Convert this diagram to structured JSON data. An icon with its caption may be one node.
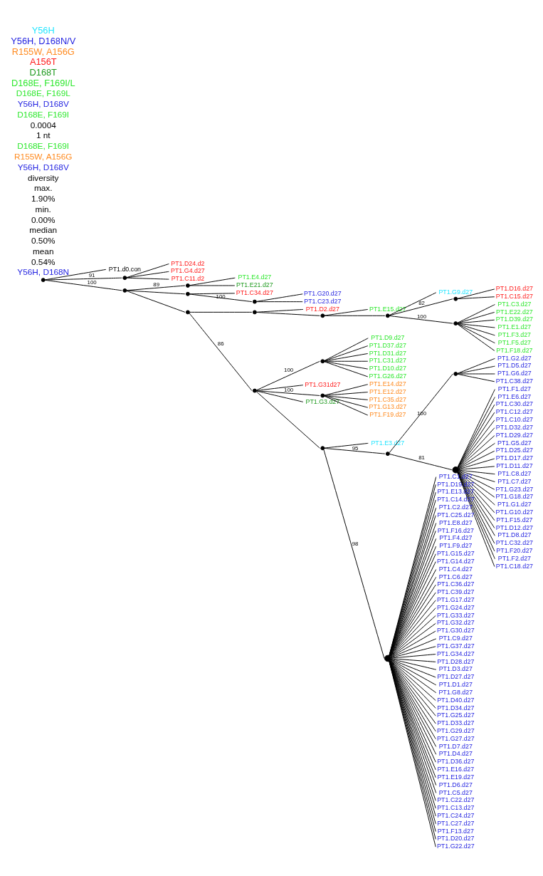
{
  "diagram": {
    "nodes": [
      {
        "text": [],
        "shape": "point"
      },
      {
        "text": [
          "PT1.d0.con"
        ]
      },
      {
        "text": [],
        "shape": "point"
      },
      {
        "text": [
          "PT1.D24.d2"
        ]
      },
      {
        "text": [
          "PT1.G4.d27"
        ]
      },
      {
        "text": [
          "PT1.C11.d2"
        ]
      },
      {
        "text": [],
        "shape": "point"
      },
      {
        "text": [],
        "shape": "point"
      },
      {
        "text": [
          "PT1.E4.d27"
        ]
      },
      {
        "text": [
          "PT1.E21.d27"
        ]
      },
      {
        "text": [],
        "shape": "point"
      },
      {
        "text": [
          "PT1.C34.d27"
        ]
      },
      {
        "text": [],
        "shape": "point"
      },
      {
        "text": [
          "PT1.G20.d27"
        ]
      },
      {
        "text": [
          "PT1.C23.d27"
        ]
      },
      {
        "text": [],
        "shape": "point"
      },
      {
        "text": [],
        "shape": "point"
      },
      {
        "text": [
          "PT1.D2.d27"
        ]
      },
      {
        "text": [],
        "shape": "point"
      },
      {
        "text": [
          "PT1.E15.d27"
        ]
      },
      {
        "text": [],
        "shape": "point"
      },
      {
        "text": [
          "PT1.G9.d27"
        ]
      },
      {
        "text": [],
        "shape": "point"
      },
      {
        "text": [
          "PT1.D16.d27"
        ]
      },
      {
        "text": [
          "PT1.C15.d27"
        ]
      },
      {
        "text": [],
        "shape": "point"
      },
      {
        "text": [
          "PT1.C3.d27"
        ]
      },
      {
        "text": [
          "PT1.E22.d27"
        ]
      },
      {
        "text": [
          "PT1.D39.d27"
        ]
      },
      {
        "text": [
          "PT1.E1.d27"
        ]
      },
      {
        "text": [
          "PT1.F3.d27"
        ]
      },
      {
        "text": [
          "PT1.F5.d27"
        ]
      },
      {
        "text": [
          "PT1.F18.d27"
        ]
      },
      {
        "text": [],
        "shape": "point"
      },
      {
        "text": [],
        "shape": "point"
      },
      {
        "text": [
          "PT1.D9.d27"
        ]
      },
      {
        "text": [
          "PT1.D37.d27"
        ]
      },
      {
        "text": [
          "PT1.D31.d27"
        ]
      },
      {
        "text": [
          "PT1.C31.d27"
        ]
      },
      {
        "text": [
          "PT1.D10.d27"
        ]
      },
      {
        "text": [
          "PT1.G26.d27"
        ]
      },
      {
        "text": [
          "PT1.G31d27"
        ]
      },
      {
        "text": [],
        "shape": "point"
      },
      {
        "text": [
          "PT1.E14.d27"
        ]
      },
      {
        "text": [
          "PT1.E12.d27"
        ]
      },
      {
        "text": [
          "PT1.C35.d27"
        ]
      },
      {
        "text": [
          "PT1.G13.d27"
        ]
      },
      {
        "text": [
          "PT1.F19.d27"
        ]
      },
      {
        "text": [
          "PT1.G3.d27"
        ]
      },
      {
        "text": [],
        "shape": "point"
      },
      {
        "text": [
          "PT1.E3.d27"
        ]
      },
      {
        "text": [],
        "shape": "point"
      },
      {
        "text": [],
        "shape": "point"
      },
      {
        "text": [
          "PT1.G2.d27"
        ]
      },
      {
        "text": [
          "PT1.D5.d27"
        ]
      },
      {
        "text": [
          "PT1.G6.d27"
        ]
      },
      {
        "text": [
          "PT1.C38.d27"
        ]
      },
      {
        "text": [],
        "shape": "point"
      },
      {
        "text": [
          "PT1.F1.d27"
        ]
      },
      {
        "text": [
          "PT1.E6.d27"
        ]
      },
      {
        "text": [
          "PT1.C30.d27"
        ]
      },
      {
        "text": [
          "PT1.C12.d27"
        ]
      },
      {
        "text": [
          "PT1.C10.d27"
        ]
      },
      {
        "text": [
          "PT1.D32.d27"
        ]
      },
      {
        "text": [
          "PT1.D29.d27"
        ]
      },
      {
        "text": [
          "PT1.G5.d27"
        ]
      },
      {
        "text": [
          "PT1.D25.d27"
        ]
      },
      {
        "text": [
          "PT1.D17.d27"
        ]
      },
      {
        "text": [
          "PT1.D11.d27"
        ]
      },
      {
        "text": [
          "PT1.C8.d27"
        ]
      },
      {
        "text": [
          "PT1.C7.d27"
        ]
      },
      {
        "text": [
          "PT1.G23.d27"
        ]
      },
      {
        "text": [
          "PT1.G18.d27"
        ]
      },
      {
        "text": [
          "PT1.G1.d27"
        ]
      },
      {
        "text": [
          "PT1.G10.d27"
        ]
      },
      {
        "text": [
          "PT1.F15.d27"
        ]
      },
      {
        "text": [
          "PT1.D12.d27"
        ]
      },
      {
        "text": [
          "PT1.D8.d27"
        ]
      },
      {
        "text": [
          "PT1.C32.d27"
        ]
      },
      {
        "text": [
          "PT1.F20.d27"
        ]
      },
      {
        "text": [
          "PT1.F2.d27"
        ]
      },
      {
        "text": [
          "PT1.C18.d27"
        ]
      },
      {
        "text": [],
        "shape": "point"
      },
      {
        "text": [
          "PT1.C1.d27"
        ]
      },
      {
        "text": [
          "PT1.D19.d27"
        ]
      },
      {
        "text": [
          "PT1.E13.d27"
        ]
      },
      {
        "text": [
          "PT1.C14.d27"
        ]
      },
      {
        "text": [
          "PT1.C2.d27"
        ]
      },
      {
        "text": [
          "PT1.C25.d27"
        ]
      },
      {
        "text": [
          "PT1.E8.d27"
        ]
      },
      {
        "text": [
          "PT1.F16.d27"
        ]
      },
      {
        "text": [
          "PT1.F4.d27"
        ]
      },
      {
        "text": [
          "PT1.F9.d27"
        ]
      },
      {
        "text": [
          "PT1.G15.d27"
        ]
      },
      {
        "text": [
          "PT1.G14.d27"
        ]
      },
      {
        "text": [
          "PT1.C4.d27"
        ]
      },
      {
        "text": [
          "PT1.C6.d27"
        ]
      },
      {
        "text": [
          "PT1.C36.d27"
        ]
      },
      {
        "text": [
          "PT1.C39.d27"
        ]
      },
      {
        "text": [
          "PT1.G17.d27"
        ]
      },
      {
        "text": [
          "PT1.G24.d27"
        ]
      },
      {
        "text": [
          "PT1.G33.d27"
        ]
      },
      {
        "text": [
          "PT1.G32.d27"
        ]
      },
      {
        "text": [
          "PT1.G30.d27"
        ]
      },
      {
        "text": [
          "PT1.C9.d27"
        ]
      },
      {
        "text": [
          "PT1.G37.d27"
        ]
      },
      {
        "text": [
          "PT1.G34.d27"
        ]
      },
      {
        "text": [
          "PT1.D28.d27"
        ]
      },
      {
        "text": [
          "PT1.D3.d27"
        ]
      },
      {
        "text": [
          "PT1.D27.d27"
        ]
      },
      {
        "text": [
          "PT1.D1.d27"
        ]
      },
      {
        "text": [
          "PT1.G8.d27"
        ]
      },
      {
        "text": [
          "PT1.D40.d27"
        ]
      },
      {
        "text": [
          "PT1.D34.d27"
        ]
      },
      {
        "text": [
          "PT1.G25.d27"
        ]
      },
      {
        "text": [
          "PT1.D33.d27"
        ]
      },
      {
        "text": [
          "PT1.G29.d27"
        ]
      },
      {
        "text": [
          "PT1.G27.d27"
        ]
      },
      {
        "text": [
          "PT1.D7.d27"
        ]
      },
      {
        "text": [
          "PT1.D4.d27"
        ]
      },
      {
        "text": [
          "PT1.D36.d27"
        ]
      },
      {
        "text": [
          "PT1.E16.d27"
        ]
      },
      {
        "text": [
          "PT1.E19.d27"
        ]
      },
      {
        "text": [
          "PT1.D6.d27"
        ]
      },
      {
        "text": [
          "PT1.C5.d27"
        ]
      },
      {
        "text": [
          "PT1.C22.d27"
        ]
      },
      {
        "text": [
          "PT1.C13.d27"
        ]
      },
      {
        "text": [
          "PT1.C24.d27"
        ]
      },
      {
        "text": [
          "PT1.C27.d27"
        ]
      },
      {
        "text": [
          "PT1.F13.d27"
        ]
      },
      {
        "text": [
          "PT1.D20.d27"
        ]
      },
      {
        "text": [
          "PT1.G22.d27"
        ]
      }
    ],
    "edges": [
      {
        "from": 0,
        "to": 1,
        "arrow": "none"
      },
      {
        "from": 0,
        "to": 2,
        "arrow": "none",
        "label": "91"
      },
      {
        "from": 2,
        "to": 3,
        "arrow": "none"
      },
      {
        "from": 2,
        "to": 4,
        "arrow": "none"
      },
      {
        "from": 2,
        "to": 5,
        "arrow": "none"
      },
      {
        "from": 0,
        "to": 6,
        "arrow": "none",
        "label": "100"
      },
      {
        "from": 6,
        "to": 7,
        "arrow": "none",
        "label": "89"
      },
      {
        "from": 7,
        "to": 8,
        "arrow": "none"
      },
      {
        "from": 7,
        "to": 9,
        "arrow": "none"
      },
      {
        "from": 6,
        "to": 10,
        "arrow": "none"
      },
      {
        "from": 10,
        "to": 11,
        "arrow": "none"
      },
      {
        "from": 10,
        "to": 12,
        "arrow": "none",
        "label": "100"
      },
      {
        "from": 12,
        "to": 13,
        "arrow": "none"
      },
      {
        "from": 12,
        "to": 14,
        "arrow": "none"
      },
      {
        "from": 6,
        "to": 15,
        "arrow": "none"
      },
      {
        "from": 15,
        "to": 16,
        "arrow": "none"
      },
      {
        "from": 16,
        "to": 17,
        "arrow": "none"
      },
      {
        "from": 16,
        "to": 18,
        "arrow": "none"
      },
      {
        "from": 18,
        "to": 19,
        "arrow": "none"
      },
      {
        "from": 18,
        "to": 20,
        "arrow": "none"
      },
      {
        "from": 20,
        "to": 21,
        "arrow": "none"
      },
      {
        "from": 20,
        "to": 22,
        "arrow": "none",
        "label": "82"
      },
      {
        "from": 22,
        "to": 23,
        "arrow": "none"
      },
      {
        "from": 22,
        "to": 24,
        "arrow": "none"
      },
      {
        "from": 20,
        "to": 25,
        "arrow": "none",
        "label": "100"
      },
      {
        "from": 25,
        "to": 26,
        "arrow": "none"
      },
      {
        "from": 25,
        "to": 27,
        "arrow": "none"
      },
      {
        "from": 25,
        "to": 28,
        "arrow": "none"
      },
      {
        "from": 25,
        "to": 29,
        "arrow": "none"
      },
      {
        "from": 25,
        "to": 30,
        "arrow": "none"
      },
      {
        "from": 25,
        "to": 31,
        "arrow": "none"
      },
      {
        "from": 25,
        "to": 32,
        "arrow": "none"
      },
      {
        "from": 15,
        "to": 33,
        "arrow": "none",
        "label": "86"
      },
      {
        "from": 33,
        "to": 34,
        "arrow": "none",
        "label": "100"
      },
      {
        "from": 34,
        "to": 35,
        "arrow": "none"
      },
      {
        "from": 34,
        "to": 36,
        "arrow": "none"
      },
      {
        "from": 34,
        "to": 37,
        "arrow": "none"
      },
      {
        "from": 34,
        "to": 38,
        "arrow": "none"
      },
      {
        "from": 34,
        "to": 39,
        "arrow": "none"
      },
      {
        "from": 34,
        "to": 40,
        "arrow": "none"
      },
      {
        "from": 33,
        "to": 41,
        "arrow": "none"
      },
      {
        "from": 33,
        "to": 42,
        "arrow": "none",
        "label": "100"
      },
      {
        "from": 42,
        "to": 43,
        "arrow": "none"
      },
      {
        "from": 42,
        "to": 44,
        "arrow": "none"
      },
      {
        "from": 42,
        "to": 45,
        "arrow": "none"
      },
      {
        "from": 42,
        "to": 46,
        "arrow": "none"
      },
      {
        "from": 42,
        "to": 47,
        "arrow": "none"
      },
      {
        "from": 33,
        "to": 48,
        "arrow": "none"
      },
      {
        "from": 33,
        "to": 49,
        "arrow": "none"
      },
      {
        "from": 49,
        "to": 50,
        "arrow": "none"
      },
      {
        "from": 49,
        "to": 51,
        "arrow": "none",
        "label": "95"
      },
      {
        "from": 51,
        "to": 52,
        "arrow": "none",
        "label": "100"
      },
      {
        "from": 52,
        "to": 53,
        "arrow": "none"
      },
      {
        "from": 52,
        "to": 54,
        "arrow": "none"
      },
      {
        "from": 52,
        "to": 55,
        "arrow": "none"
      },
      {
        "from": 52,
        "to": 56,
        "arrow": "none"
      },
      {
        "from": 51,
        "to": 57,
        "arrow": "none",
        "label": "81"
      },
      {
        "from": 57,
        "to": 58,
        "arrow": "none"
      },
      {
        "from": 57,
        "to": 59,
        "arrow": "none"
      },
      {
        "from": 57,
        "to": 60,
        "arrow": "none"
      },
      {
        "from": 57,
        "to": 61,
        "arrow": "none"
      },
      {
        "from": 57,
        "to": 62,
        "arrow": "none"
      },
      {
        "from": 57,
        "to": 63,
        "arrow": "none"
      },
      {
        "from": 57,
        "to": 64,
        "arrow": "none"
      },
      {
        "from": 57,
        "to": 65,
        "arrow": "none"
      },
      {
        "from": 57,
        "to": 66,
        "arrow": "none"
      },
      {
        "from": 57,
        "to": 67,
        "arrow": "none"
      },
      {
        "from": 57,
        "to": 68,
        "arrow": "none"
      },
      {
        "from": 57,
        "to": 69,
        "arrow": "none"
      },
      {
        "from": 57,
        "to": 70,
        "arrow": "none"
      },
      {
        "from": 57,
        "to": 71,
        "arrow": "none"
      },
      {
        "from": 57,
        "to": 72,
        "arrow": "none"
      },
      {
        "from": 57,
        "to": 73,
        "arrow": "none"
      },
      {
        "from": 57,
        "to": 74,
        "arrow": "none"
      },
      {
        "from": 57,
        "to": 75,
        "arrow": "none"
      },
      {
        "from": 57,
        "to": 76,
        "arrow": "none"
      },
      {
        "from": 57,
        "to": 77,
        "arrow": "none"
      },
      {
        "from": 57,
        "to": 78,
        "arrow": "none"
      },
      {
        "from": 57,
        "to": 79,
        "arrow": "none"
      },
      {
        "from": 57,
        "to": 80,
        "arrow": "none"
      },
      {
        "from": 57,
        "to": 81,
        "arrow": "none"
      },
      {
        "from": 49,
        "to": 82,
        "arrow": "none",
        "label": "98"
      },
      {
        "from": 82,
        "to": 83,
        "arrow": "none"
      },
      {
        "from": 82,
        "to": 84,
        "arrow": "none"
      },
      {
        "from": 82,
        "to": 85,
        "arrow": "none"
      },
      {
        "from": 82,
        "to": 86,
        "arrow": "none"
      },
      {
        "from": 82,
        "to": 87,
        "arrow": "none"
      },
      {
        "from": 82,
        "to": 88,
        "arrow": "none"
      },
      {
        "from": 82,
        "to": 89,
        "arrow": "none"
      },
      {
        "from": 82,
        "to": 90,
        "arrow": "none"
      },
      {
        "from": 82,
        "to": 91,
        "arrow": "none"
      },
      {
        "from": 82,
        "to": 92,
        "arrow": "none"
      },
      {
        "from": 82,
        "to": 93,
        "arrow": "none"
      },
      {
        "from": 82,
        "to": 94,
        "arrow": "none"
      },
      {
        "from": 82,
        "to": 95,
        "arrow": "none"
      },
      {
        "from": 82,
        "to": 96,
        "arrow": "none"
      },
      {
        "from": 82,
        "to": 97,
        "arrow": "none"
      },
      {
        "from": 82,
        "to": 98,
        "arrow": "none"
      },
      {
        "from": 82,
        "to": 99,
        "arrow": "none"
      },
      {
        "from": 82,
        "to": 100,
        "arrow": "none"
      },
      {
        "from": 82,
        "to": 101,
        "arrow": "none"
      },
      {
        "from": 82,
        "to": 102,
        "arrow": "none"
      },
      {
        "from": 82,
        "to": 103,
        "arrow": "none"
      },
      {
        "from": 82,
        "to": 104,
        "arrow": "none"
      },
      {
        "from": 82,
        "to": 105,
        "arrow": "none"
      },
      {
        "from": 82,
        "to": 106,
        "arrow": "none"
      },
      {
        "from": 82,
        "to": 107,
        "arrow": "none"
      },
      {
        "from": 82,
        "to": 108,
        "arrow": "none"
      },
      {
        "from": 82,
        "to": 109,
        "arrow": "none"
      },
      {
        "from": 82,
        "to": 110,
        "arrow": "none"
      },
      {
        "from": 82,
        "to": 111,
        "arrow": "none"
      },
      {
        "from": 82,
        "to": 112,
        "arrow": "none"
      },
      {
        "from": 82,
        "to": 113,
        "arrow": "none"
      },
      {
        "from": 82,
        "to": 114,
        "arrow": "none"
      },
      {
        "from": 82,
        "to": 115,
        "arrow": "none"
      },
      {
        "from": 82,
        "to": 116,
        "arrow": "none"
      },
      {
        "from": 82,
        "to": 117,
        "arrow": "none"
      },
      {
        "from": 82,
        "to": 118,
        "arrow": "none"
      },
      {
        "from": 82,
        "to": 119,
        "arrow": "none"
      },
      {
        "from": 82,
        "to": 120,
        "arrow": "none"
      },
      {
        "from": 82,
        "to": 121,
        "arrow": "none"
      },
      {
        "from": 82,
        "to": 122,
        "arrow": "none"
      },
      {
        "from": 82,
        "to": 123,
        "arrow": "none"
      },
      {
        "from": 82,
        "to": 124,
        "arrow": "none"
      },
      {
        "from": 82,
        "to": 125,
        "arrow": "none"
      },
      {
        "from": 82,
        "to": 126,
        "arrow": "none"
      },
      {
        "from": 82,
        "to": 127,
        "arrow": "none"
      },
      {
        "from": 82,
        "to": 128,
        "arrow": "none"
      },
      {
        "from": 82,
        "to": 129,
        "arrow": "none"
      },
      {
        "from": 82,
        "to": 130,
        "arrow": "none"
      },
      {
        "from": 82,
        "to": 131,
        "arrow": "none"
      }
    ],
    "labels": [
      "D168E, F169L",
      "Y56H, D168V",
      "D168E, F169I",
      "0.0004",
      "1 nt",
      "D168E, F169I",
      "R155W, A156G",
      "Y56H, D168V",
      "diversity",
      "max.",
      "1.90%",
      "min.",
      "0.00%",
      "median",
      "0.50%",
      "mean",
      "0.54%",
      "Y56H, D168N"
    ],
    "legend": [
      {
        "text": "Y56H",
        "color": "#22e5ff"
      },
      {
        "text": "Y56H, D168N/V",
        "color": "#1f1fe0"
      },
      {
        "text": "R155W, A156G",
        "color": "#ff8a1f"
      },
      {
        "text": "A156T",
        "color": "#ff1a1a"
      },
      {
        "text": "D168T",
        "color": "#1f9a1f"
      },
      {
        "text": "D168E, F169I/L",
        "color": "#2ee82e"
      }
    ]
  }
}
